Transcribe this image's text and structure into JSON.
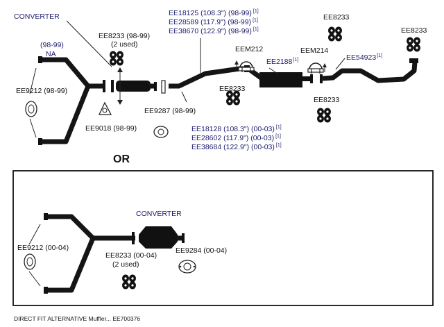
{
  "labels": {
    "converter_top": "CONVERTER",
    "na_years": "(98-99)",
    "na": "NA",
    "ee8233_top_l1": "EE8233 (98-99)",
    "ee8233_top_l2": "(2 used)",
    "ee9212_top": "EE9212 (98-99)",
    "ee9018": "EE9018 (98-99)",
    "ee9287": "EE9287 (98-99)",
    "pipe_98_99_a": "EE18125 (108.3\") (98-99)",
    "pipe_98_99_b": "EE28589 (117.9\") (98-99)",
    "pipe_98_99_c": "EE38670 (122.9\") (98-99)",
    "ref_mark": "[1]",
    "eem212": "EEM212",
    "eem214": "EEM214",
    "ee2188": "EE2188",
    "ee8233_mid": "EE8233",
    "ee8233_right_top": "EE8233",
    "ee8233_far_right": "EE8233",
    "ee8233_right_low": "EE8233",
    "ee54923": "EE54923",
    "pipe_00_03_a": "EE18128 (108.3\") (00-03)",
    "pipe_00_03_b": "EE28602 (117.9\") (00-03)",
    "pipe_00_03_c": "EE38684 (122.9\") (00-03)",
    "or": "OR",
    "converter_box": "CONVERTER",
    "ee9212_box": "EE9212 (00-04)",
    "ee8233_box_l1": "EE8233 (00-04)",
    "ee8233_box_l2": "(2 used)",
    "ee9284_box": "EE9284 (00-04)",
    "footer": "DIRECT FIT ALTERNATIVE Muffler... EE700376"
  }
}
